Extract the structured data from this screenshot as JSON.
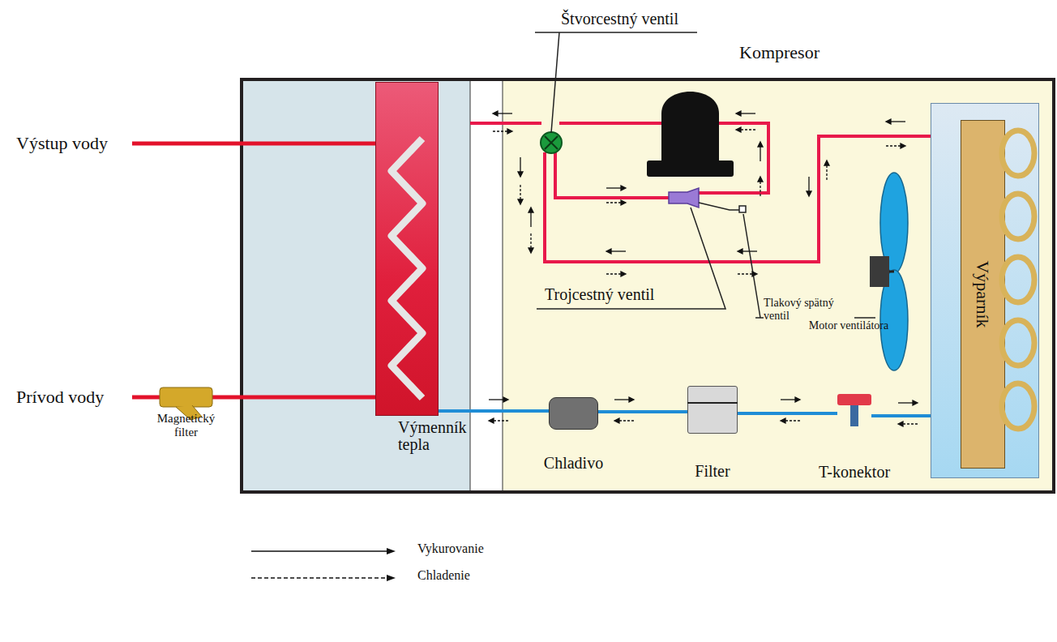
{
  "diagram": {
    "nodes": [
      {
        "text": [
          "Magnetický filter"
        ]
      },
      {
        "text": [
          "Výmenník tepla"
        ]
      },
      {
        "text": [
          "Kompresor"
        ]
      },
      {
        "text": [
          "Chladivo"
        ]
      },
      {
        "text": [
          "Filter"
        ]
      },
      {
        "text": [
          "T-konektor"
        ]
      },
      {
        "text": [
          "Výparník"
        ]
      }
    ],
    "edges": [
      {
        "from": 0,
        "to": 1,
        "arrow": "none"
      },
      {
        "from": 1,
        "to": 3,
        "arrow": "none"
      },
      {
        "from": 3,
        "to": 4,
        "arrow": "none"
      },
      {
        "from": 4,
        "to": 5,
        "arrow": "none"
      },
      {
        "from": 5,
        "to": 6,
        "arrow": "none"
      }
    ],
    "labels": [
      "Výstup vody",
      "Prívod vody",
      "Štvorcestný ventil",
      "Trojcestný ventil",
      "Tlakový spätný ventil",
      "Motor ventilátora"
    ],
    "legend": [
      {
        "text": "Vykurovanie"
      },
      {
        "text": "Chladenie"
      }
    ]
  }
}
